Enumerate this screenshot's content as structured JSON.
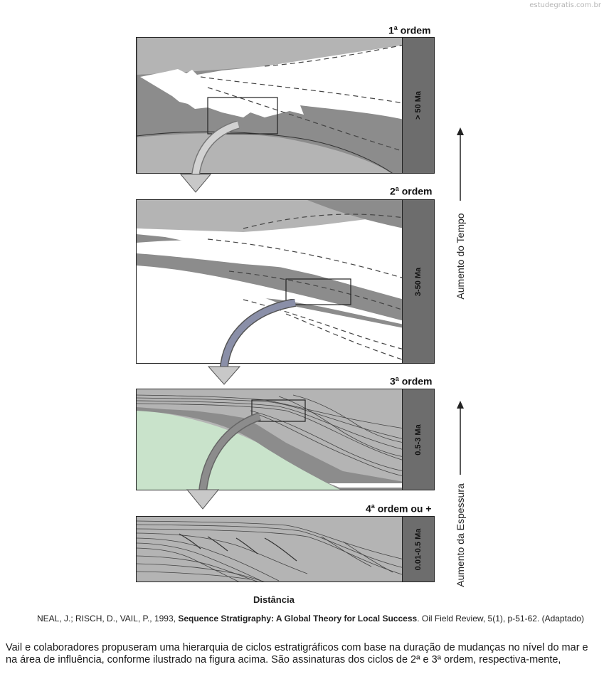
{
  "watermark": "estudegratis.com.br",
  "panels": [
    {
      "title": "1",
      "sup": "a",
      "title_suffix": " ordem",
      "bar_label": "> 50 Ma"
    },
    {
      "title": "2",
      "sup": "a",
      "title_suffix": " ordem",
      "bar_label": "3-50 Ma"
    },
    {
      "title": "3",
      "sup": "a",
      "title_suffix": " ordem",
      "bar_label": "0.5-3 Ma"
    },
    {
      "title": "4",
      "sup": "a",
      "title_suffix": " ordem ou +",
      "bar_label": "0.01-0.5 Ma"
    }
  ],
  "axes": {
    "time_label": "Aumento do Tempo",
    "thickness_label": "Aumento da Espessura",
    "x_label": "Distância"
  },
  "citation": {
    "authors": "NEAL, J.; RISCH, D., VAIL, P., 1993, ",
    "title": "Sequence Stratigraphy: A Global Theory for Local Success",
    "rest": ". Oil Field Review, 5(1), p-51-62. (Adaptado)"
  },
  "paragraph": "Vail e colaboradores propuseram uma hierarquia de ciclos estratigráficos com base na duração de mudanças no nível do mar e na área de influência, conforme ilustrado na figura acima. São assinaturas dos ciclos de 2ª e 3ª ordem, respectiva-mente,",
  "colors": {
    "dark_gray": "#8c8c8c",
    "mid_gray": "#b4b4b4",
    "bar_gray": "#6d6d6d",
    "green": "#c9e3cb"
  }
}
